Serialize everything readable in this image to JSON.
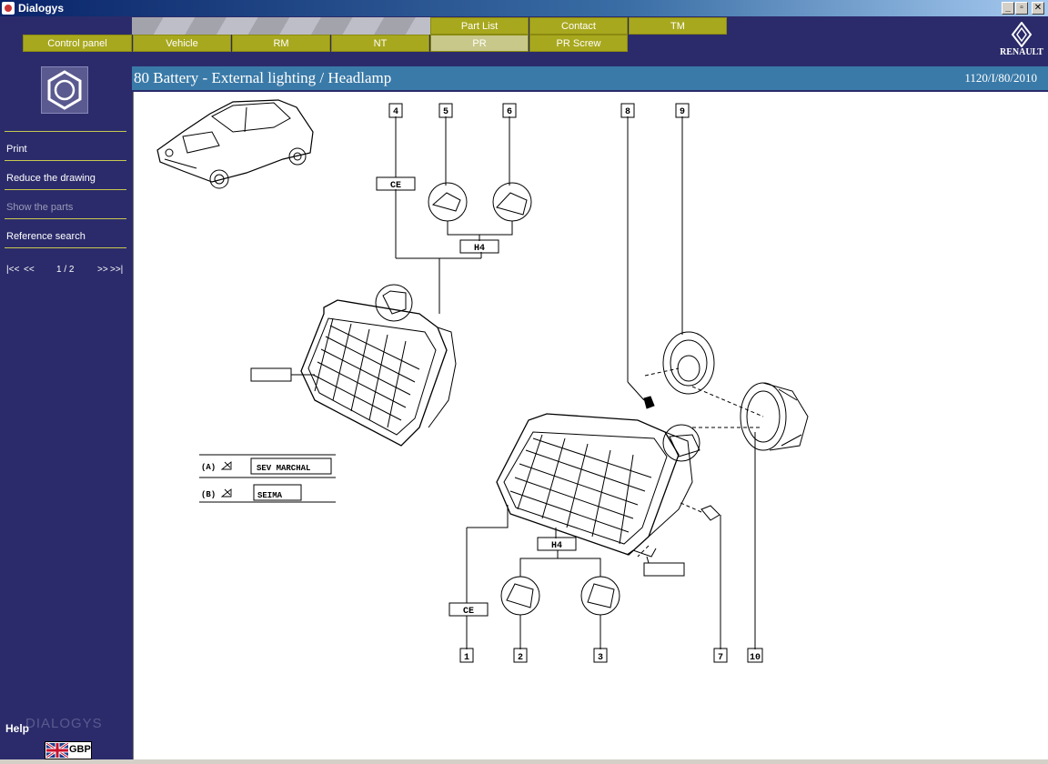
{
  "window": {
    "title": "Dialogys"
  },
  "nav": {
    "top_tabs": [
      "Part List",
      "Contact",
      "TM"
    ],
    "main_tabs": [
      "Control panel",
      "Vehicle",
      "RM",
      "NT",
      "PR",
      "PR Screw"
    ],
    "active_tab": "PR"
  },
  "brand": {
    "logo_text": "RENAULT",
    "app_name": "DIALOGYS"
  },
  "sidebar": {
    "menu": [
      {
        "label": "Print",
        "enabled": true
      },
      {
        "label": "Reduce the drawing",
        "enabled": true
      },
      {
        "label": "Show the parts",
        "enabled": false
      },
      {
        "label": "Reference search",
        "enabled": true
      }
    ],
    "pager": {
      "first": "|<<",
      "prev": "<<",
      "page": "1 / 2",
      "next": ">>",
      "last": ">>|"
    },
    "help": "Help",
    "language": "GBP"
  },
  "header": {
    "title": "80 Battery - External lighting / Headlamp",
    "reference": "1120/I/80/2010"
  },
  "drawing": {
    "part_numbers": [
      "1",
      "2",
      "3",
      "4",
      "5",
      "6",
      "7",
      "8",
      "9",
      "10"
    ],
    "labels": {
      "ce": "CE",
      "h4": "H4"
    },
    "legend": [
      {
        "key": "(A)",
        "value": "SEV MARCHAL"
      },
      {
        "key": "(B)",
        "value": "SEIMA"
      }
    ]
  },
  "colors": {
    "background": "#2b2b6b",
    "tab": "#a8a81e",
    "tab_active": "#c8c88a",
    "header": "#3a7aa8",
    "separator": "#c8c850"
  }
}
